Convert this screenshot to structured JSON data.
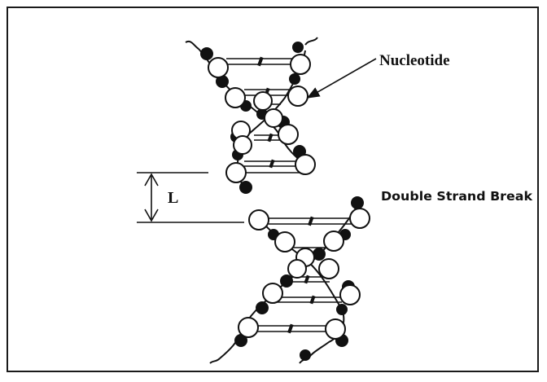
{
  "labels": {
    "nucleotide": "Nucleotide",
    "double_strand_break": "Double Strand Break",
    "gap_length": "L"
  },
  "colors": {
    "ink": "#111111",
    "background": "#ffffff"
  }
}
